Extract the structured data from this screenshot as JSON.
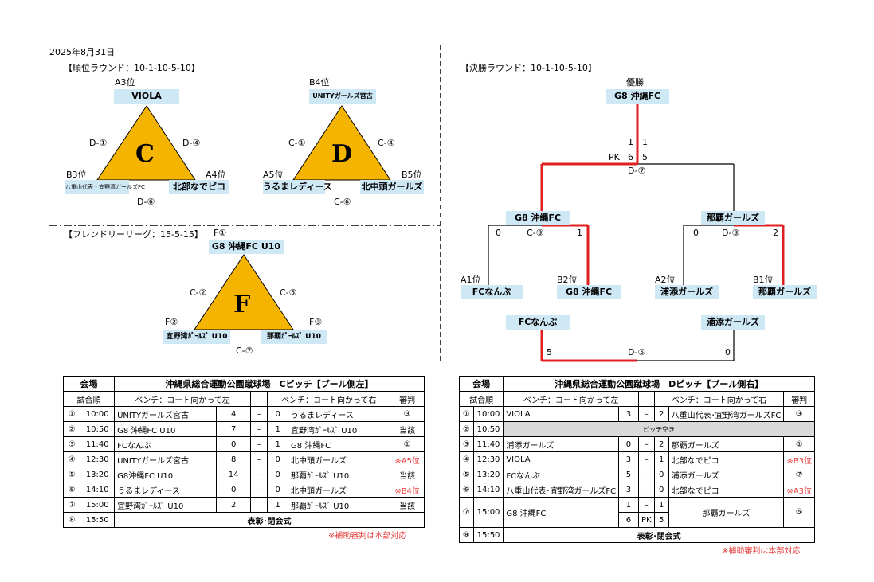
{
  "date": "2025年8月31日",
  "rank_round": {
    "title": "【順位ラウンド：10-1-10-5-10】",
    "group_c": {
      "letter": "C",
      "top_pos": "A3位",
      "top_team": "VIOLA",
      "left_pos": "B3位",
      "left_team": "八重山代表・宜野湾ガールズFC",
      "right_pos": "A4位",
      "right_team": "北部なでピコ",
      "left_match": "D-①",
      "right_match": "D-④",
      "bottom_match": "D-⑥"
    },
    "group_d": {
      "letter": "D",
      "top_pos": "B4位",
      "top_team": "UNITYガールズ宮古",
      "left_pos": "A5位",
      "left_team": "うるまレディース",
      "right_pos": "B5位",
      "right_team": "北中頭ガールズ",
      "left_match": "C-①",
      "right_match": "C-④",
      "bottom_match": "C-⑥"
    }
  },
  "friendly": {
    "title": "【フレンドリーリーグ：15-5-15】",
    "letter": "F",
    "top_pos": "F①",
    "top_team": "G8 沖縄FC U10",
    "left_pos": "F②",
    "left_team": "宜野湾ｶﾞｰﾙｽﾞ U10",
    "right_pos": "F③",
    "right_team": "那覇ｶﾞｰﾙｽﾞ U10",
    "left_match": "C-②",
    "right_match": "C-⑤",
    "bottom_match": "C-⑦"
  },
  "final_round": {
    "title": "【決勝ラウンド：10-1-10-5-10】",
    "champion_label": "優勝",
    "champion": "G8 沖縄FC",
    "final": {
      "score_left": "1",
      "score_right": "1",
      "pk_label": "PK",
      "pk_left": "6",
      "pk_right": "5",
      "match": "D-⑦"
    },
    "semi_left": {
      "team": "G8 沖縄FC",
      "score_left": "0",
      "score_right": "1",
      "match": "C-③"
    },
    "semi_right": {
      "team": "那覇ガールズ",
      "score_left": "0",
      "score_right": "2",
      "match": "D-③"
    },
    "entrants": [
      {
        "pos": "A1位",
        "team": "FCなんぶ"
      },
      {
        "pos": "B2位",
        "team": "G8 沖縄FC"
      },
      {
        "pos": "A2位",
        "team": "浦添ガールズ"
      },
      {
        "pos": "B1位",
        "team": "那覇ガールズ"
      }
    ],
    "third": {
      "left": "FCなんぶ",
      "right": "浦添ガールズ",
      "score_left": "5",
      "score_right": "0",
      "match": "D-⑤"
    }
  },
  "schedule_c": {
    "venue_label": "会場",
    "venue": "沖縄県総合運動公園蹴球場　Cピッチ【プール側左】",
    "order_label": "試合順",
    "bench_left": "ベンチ：コート向かって左",
    "bench_right": "ベンチ：コート向かって右",
    "referee_label": "審判",
    "rows": [
      {
        "no": "①",
        "time": "10:00",
        "home": "UNITYガールズ宮古",
        "hs": "4",
        "dash": "–",
        "as": "0",
        "away": "うるまレディース",
        "ref": "③",
        "red": false
      },
      {
        "no": "②",
        "time": "10:50",
        "home": "G8 沖縄FC U10",
        "hs": "7",
        "dash": "–",
        "as": "1",
        "away": "宜野湾ｶﾞｰﾙｽﾞ U10",
        "ref": "当該",
        "red": false
      },
      {
        "no": "③",
        "time": "11:40",
        "home": "FCなんぶ",
        "hs": "0",
        "dash": "–",
        "as": "1",
        "away": "G8 沖縄FC",
        "ref": "①",
        "red": false
      },
      {
        "no": "④",
        "time": "12:30",
        "home": "UNITYガールズ宮古",
        "hs": "8",
        "dash": "–",
        "as": "0",
        "away": "北中頭ガールズ",
        "ref": "※A5位",
        "red": true
      },
      {
        "no": "⑤",
        "time": "13:20",
        "home": "G8沖縄FC U10",
        "hs": "14",
        "dash": "–",
        "as": "0",
        "away": "那覇ｶﾞｰﾙｽﾞ U10",
        "ref": "当該",
        "red": false
      },
      {
        "no": "⑥",
        "time": "14:10",
        "home": "うるまレディース",
        "hs": "0",
        "dash": "–",
        "as": "0",
        "away": "北中頭ガールズ",
        "ref": "※B4位",
        "red": true
      },
      {
        "no": "⑦",
        "time": "15:00",
        "home": "宜野湾ｶﾞｰﾙｽﾞ U10",
        "hs": "2",
        "dash": "",
        "as": "1",
        "away": "那覇ｶﾞｰﾙｽﾞ U10",
        "ref": "当該",
        "red": false
      }
    ],
    "closing_no": "⑧",
    "closing_time": "15:50",
    "closing": "表彰･閉会式",
    "note": "※補助審判は本部対応"
  },
  "schedule_d": {
    "venue_label": "会場",
    "venue": "沖縄県総合運動公園蹴球場　Dピッチ【プール側右】",
    "order_label": "試合順",
    "bench_left": "ベンチ：コート向かって左",
    "bench_right": "ベンチ：コート向かって右",
    "referee_label": "審判",
    "rows": [
      {
        "no": "①",
        "time": "10:00",
        "home": "VIOLA",
        "hs": "3",
        "dash": "–",
        "as": "2",
        "away": "八重山代表･宜野湾ガールズFC",
        "ref": "③",
        "red": false
      },
      {
        "no": "③",
        "time": "11:40",
        "home": "浦添ガールズ",
        "hs": "0",
        "dash": "–",
        "as": "2",
        "away": "那覇ガールズ",
        "ref": "①",
        "red": false
      },
      {
        "no": "④",
        "time": "12:30",
        "home": "VIOLA",
        "hs": "3",
        "dash": "–",
        "as": "1",
        "away": "北部なでピコ",
        "ref": "※B3位",
        "red": true
      },
      {
        "no": "⑤",
        "time": "13:20",
        "home": "FCなんぶ",
        "hs": "5",
        "dash": "–",
        "as": "0",
        "away": "浦添ガールズ",
        "ref": "⑦",
        "red": false
      },
      {
        "no": "⑥",
        "time": "14:10",
        "home": "八重山代表･宜野湾ガールズFC",
        "hs": "3",
        "dash": "–",
        "as": "0",
        "away": "北部なでピコ",
        "ref": "※A3位",
        "red": true
      }
    ],
    "break_no": "②",
    "break_time": "10:50",
    "break_text": "ピッチ空き",
    "final_no": "⑦",
    "final_time": "15:00",
    "final_home": "G8 沖縄FC",
    "final_hs1": "1",
    "final_hs2": "6",
    "final_dash": "–",
    "final_pk": "PK",
    "final_as1": "1",
    "final_as2": "5",
    "final_away": "那覇ガールズ",
    "final_ref": "⑤",
    "closing_no": "⑧",
    "closing_time": "15:50",
    "closing": "表彰･閉会式",
    "note": "※補助審判は本部対応"
  },
  "colors": {
    "triangle": "#f5b400",
    "box": "#cfe8f6",
    "winner_line": "#e02020",
    "note": "#e53b3b"
  }
}
